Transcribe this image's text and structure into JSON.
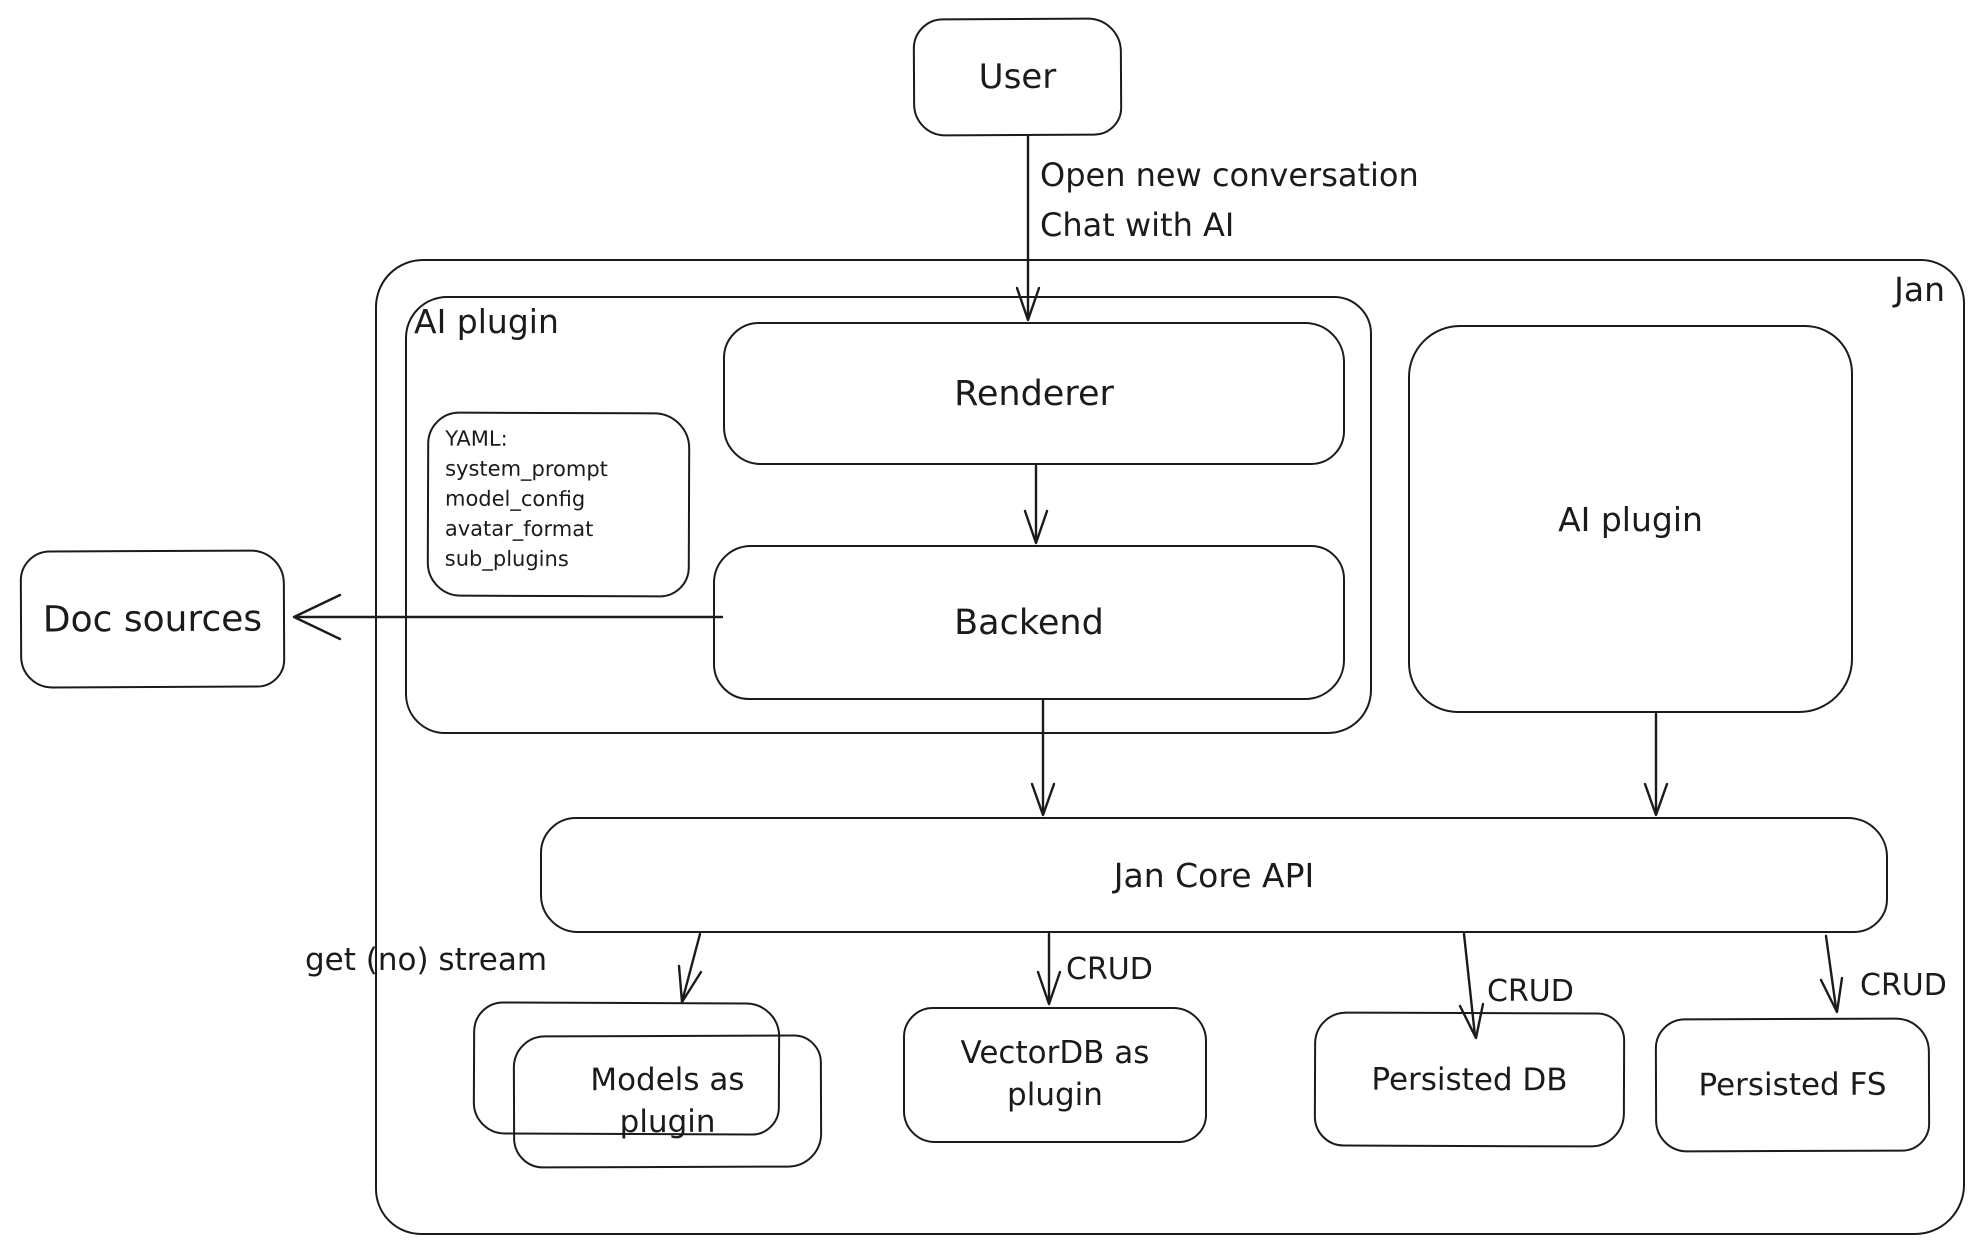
{
  "colors": {
    "ink": "#1b1b1b",
    "background": "#ffffff"
  },
  "nodes": {
    "user": {
      "label": "User"
    },
    "jan_container": {
      "label": "Jan"
    },
    "ai_plugin_group": {
      "label": "AI plugin"
    },
    "renderer": {
      "label": "Renderer"
    },
    "backend": {
      "label": "Backend"
    },
    "yaml_note": {
      "lines": [
        "YAML:",
        "system_prompt",
        "model_config",
        "avatar_format",
        "sub_plugins"
      ]
    },
    "ai_plugin_box": {
      "label": "AI plugin"
    },
    "doc_sources": {
      "label": "Doc sources"
    },
    "jan_core_api": {
      "label": "Jan Core API"
    },
    "models_as_plugin": {
      "label": "Models as plugin"
    },
    "vectordb_as_plugin": {
      "label": "VectorDB as plugin"
    },
    "persisted_db": {
      "label": "Persisted DB"
    },
    "persisted_fs": {
      "label": "Persisted FS"
    }
  },
  "edge_labels": {
    "user_to_renderer": {
      "line1": "Open new conversation",
      "line2": "Chat with AI"
    },
    "core_to_models": "get (no) stream",
    "crud": "CRUD"
  }
}
